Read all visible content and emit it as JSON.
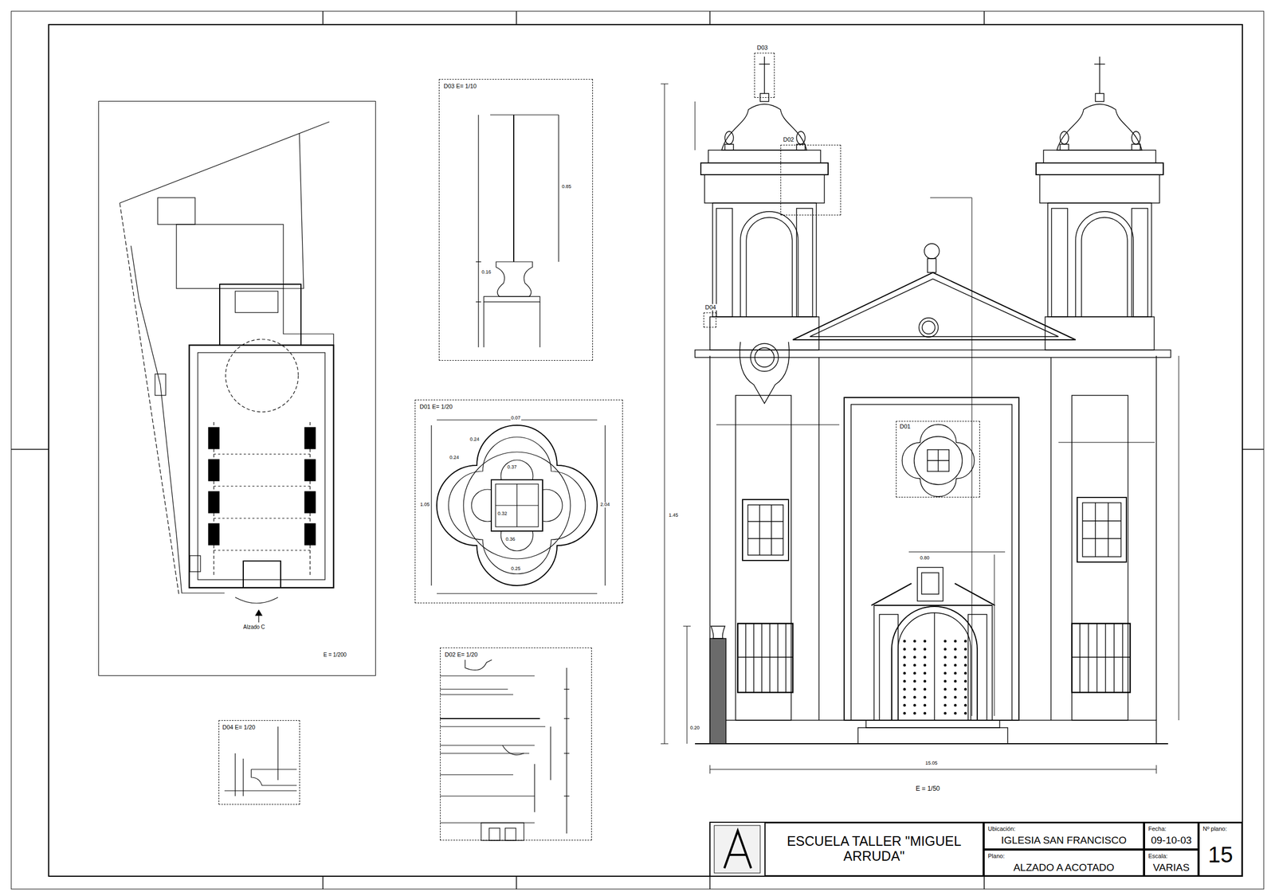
{
  "diagram": {
    "nodes": [
      {
        "text": [
          "Alzado C",
          "E = 1/200"
        ]
      },
      {
        "text": [
          "D03  E= 1/10"
        ]
      },
      {
        "text": [
          "D01  E= 1/20"
        ]
      },
      {
        "text": [
          "D02  E= 1/20"
        ]
      },
      {
        "text": [
          "D04  E= 1/20"
        ]
      },
      {
        "text": [
          "ESCUELA TALLER \"MIGUEL ARRUDA\""
        ]
      },
      {
        "text": [
          "Ubicación:",
          "IGLESIA SAN FRANCISCO"
        ]
      },
      {
        "text": [
          "Fecha:",
          "09-10-03"
        ]
      },
      {
        "text": [
          "Nº plano:",
          "15"
        ]
      },
      {
        "text": [
          "Plano:",
          "ALZADO  A  ACOTADO"
        ]
      },
      {
        "text": [
          "Escala:",
          "VARIAS"
        ]
      },
      {
        "text": [
          "D03"
        ]
      },
      {
        "text": [
          "D02"
        ]
      },
      {
        "text": [
          "D04"
        ]
      },
      {
        "text": [
          "D01"
        ]
      }
    ],
    "labels": [
      "E = 1/50",
      "15.05",
      "0.24",
      "0.24",
      "0.07",
      "0.37",
      "0.32",
      "0.36",
      "1.05",
      "2.04",
      "0.25",
      "0.16",
      "0.85",
      "1.45",
      "0.80",
      "0.20"
    ]
  }
}
